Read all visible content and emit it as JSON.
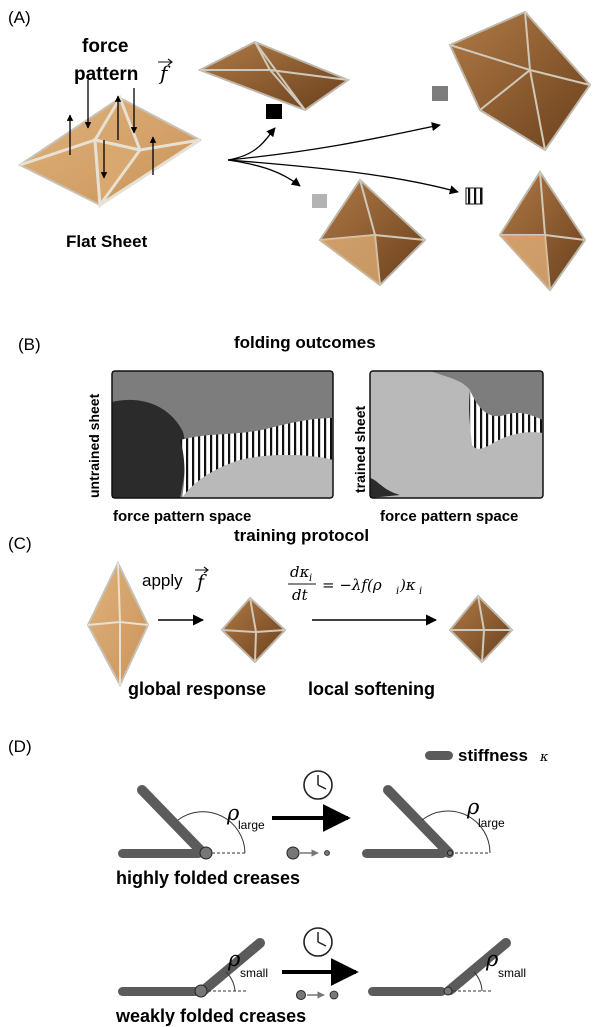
{
  "panel_a": {
    "label": "(A)",
    "force_word": "force",
    "pattern_word": "pattern",
    "force_symbol": "f",
    "flat_sheet_label": "Flat Sheet"
  },
  "panel_b": {
    "label": "(B)",
    "title": "folding outcomes",
    "left_ylabel": "untrained sheet",
    "right_ylabel": "trained sheet",
    "left_xlabel": "force pattern space",
    "right_xlabel": "force pattern space"
  },
  "panel_c": {
    "label": "(C)",
    "title": "training protocol",
    "apply_label": "apply",
    "force_symbol": "f",
    "eq_numerator": "dκ",
    "eq_num_sub": "i",
    "eq_denominator": "dt",
    "eq_rhs": "= −λf(ρ",
    "eq_rhs_sub": "i",
    "eq_rhs_tail": ")κ",
    "eq_rhs_tail_sub": "i",
    "caption_left": "global response",
    "caption_right": "local softening"
  },
  "panel_d": {
    "label": "(D)",
    "legend_label": "stiffness",
    "legend_symbol": "κ",
    "rho": "ρ",
    "large": "large",
    "small": "small",
    "caption_high": "highly folded creases",
    "caption_low": "weakly folded creases"
  },
  "colors": {
    "paper_light": "#d6a56a",
    "paper_dark": "#7a4b24",
    "crease": "#b9b3a6",
    "bar": "#5b5b5b",
    "region_dark": "#2b2b2b",
    "region_mid": "#7d7d7d",
    "region_light": "#b9b9b9"
  }
}
